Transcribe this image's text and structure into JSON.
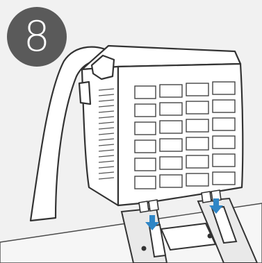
{
  "step": {
    "number": "8"
  },
  "colors": {
    "background": "#f1f1f1",
    "badge": "#5a5a5a",
    "badge_text": "#ffffff",
    "line": "#333333",
    "arrow": "#2f86c6"
  },
  "figure": {
    "depicts": "filter-cartridge-with-hose-being-lowered-onto-mounting-bracket",
    "arrows": [
      "down-arrow-left",
      "down-arrow-right"
    ]
  }
}
